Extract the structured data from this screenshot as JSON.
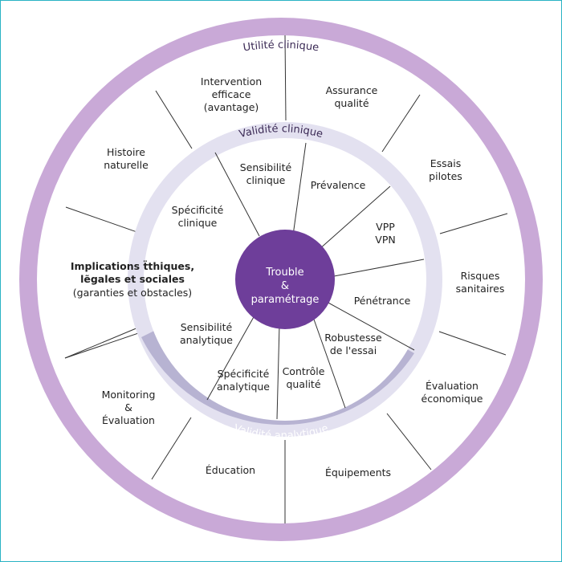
{
  "colors": {
    "outer_ring": "#c9a9d7",
    "inner_ring": "#e3e1f0",
    "inner_ring_dark": "#b7b3d2",
    "center": "#6e3e9a",
    "lines": "#333333"
  },
  "rings": {
    "outer_title": "Utilité clinique",
    "clinical_validity_title": "Validité clinique",
    "analytical_validity_title": "Validité analytique"
  },
  "center": {
    "line1": "Trouble",
    "line2": "&",
    "line3": "paramétrage"
  },
  "outer_items": {
    "intervention": [
      "Intervention",
      "efficace",
      "(avantage)"
    ],
    "assurance": [
      "Assurance",
      "qualité"
    ],
    "essais": [
      "Essais",
      "pilotes"
    ],
    "risques": [
      "Risques",
      "sanitaires"
    ],
    "evaluation_eco": [
      "Évaluation",
      "économique"
    ],
    "equipements": [
      "Équipements"
    ],
    "education": [
      "Éducation"
    ],
    "monitoring": [
      "Monitoring",
      "&",
      "Évaluation"
    ],
    "implications": [
      "Implications ẗthiques,",
      "lẽgales et sociales",
      "(garanties et obstacles)"
    ],
    "histoire": [
      "Histoire",
      "naturelle"
    ]
  },
  "inner_items": {
    "sens_clin": [
      "Sensibilité",
      "clinique"
    ],
    "prevalence": [
      "Prévalence"
    ],
    "vpp": [
      "VPP",
      "VPN"
    ],
    "penetrance": [
      "Pénétrance"
    ],
    "robustesse": [
      "Robustesse",
      "de l'essai"
    ],
    "controle": [
      "Contrôle",
      "qualité"
    ],
    "spec_ana": [
      "Spécificité",
      "analytique"
    ],
    "sens_ana": [
      "Sensibilité",
      "analytique"
    ],
    "spec_clin": [
      "Spécificité",
      "clinique"
    ]
  }
}
